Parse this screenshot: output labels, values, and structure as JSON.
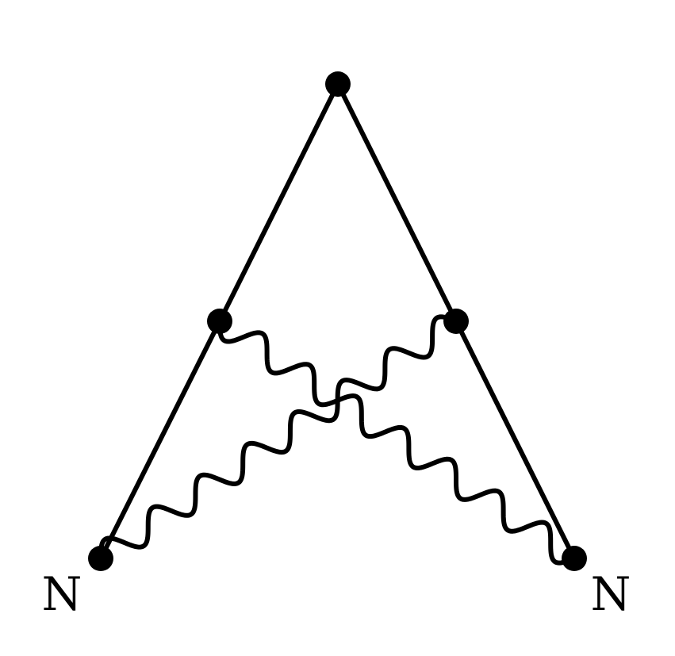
{
  "labels": {
    "left": "N",
    "right": "N"
  },
  "colors": {
    "ink": "#000000",
    "background": "#ffffff"
  },
  "vertices": [
    "top",
    "mid-left",
    "mid-right",
    "bottom-left",
    "bottom-right"
  ],
  "edges": [
    {
      "from": "top",
      "to": "mid-left",
      "style": "solid"
    },
    {
      "from": "mid-left",
      "to": "bottom-left",
      "style": "solid"
    },
    {
      "from": "top",
      "to": "mid-right",
      "style": "solid"
    },
    {
      "from": "mid-right",
      "to": "bottom-right",
      "style": "solid"
    },
    {
      "from": "mid-left",
      "to": "bottom-right",
      "style": "wavy"
    },
    {
      "from": "mid-right",
      "to": "bottom-left",
      "style": "wavy"
    }
  ]
}
